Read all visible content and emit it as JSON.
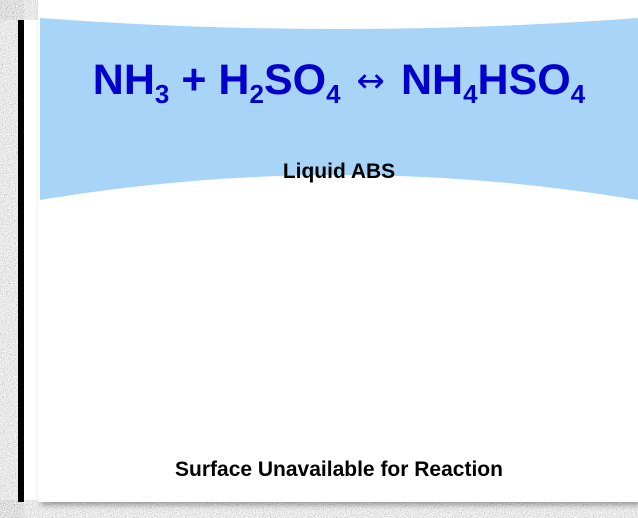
{
  "equation": {
    "reactant1": "NH",
    "reactant1_sub": "3",
    "plus": "+",
    "reactant2_a": "H",
    "reactant2_sub_a": "2",
    "reactant2_b": "SO",
    "reactant2_sub_b": "4",
    "arrow": "↔",
    "product_a": "NH",
    "product_sub_a": "4",
    "product_b": "HSO",
    "product_sub_b": "4",
    "color": "#0000cc"
  },
  "liquid_label": "Liquid ABS",
  "surface_label": "Surface Unavailable for Reaction",
  "colors": {
    "liquid_fill": "#a8d4f7",
    "surface_texture": "#b3b3b3",
    "pore_wall": "#000000"
  }
}
